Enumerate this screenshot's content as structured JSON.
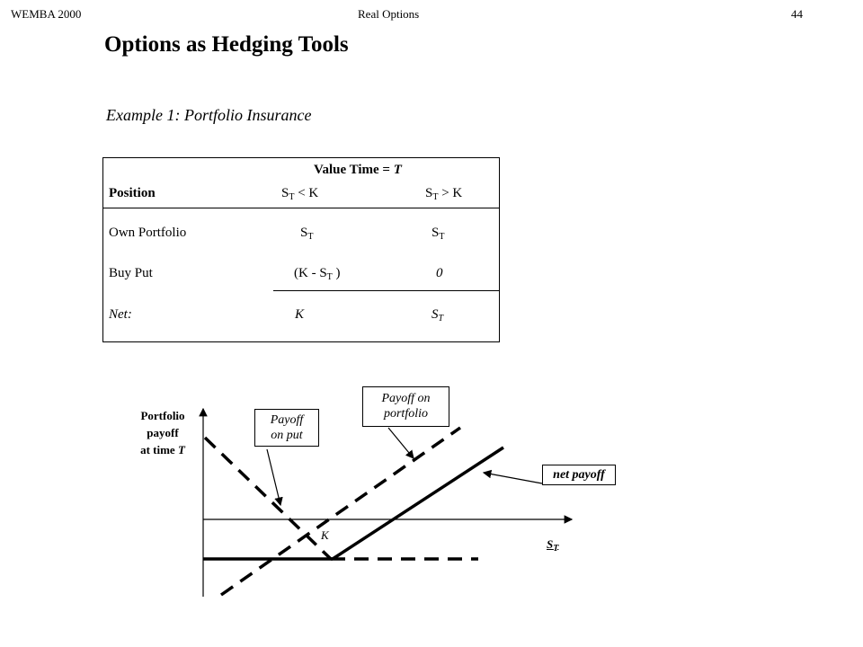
{
  "header": {
    "left": "WEMBA 2000",
    "center": "Real Options",
    "page": "44"
  },
  "title": "Options as Hedging Tools",
  "example": "Example 1: Portfolio Insurance",
  "table": {
    "super_header": "Value Time = ",
    "super_header_var": "T",
    "position_label": "Position",
    "col1_s": "S",
    "col1_sub": "T",
    "col1_rest": " < K",
    "col2_s": "S",
    "col2_sub": "T",
    "col2_rest": " > K",
    "rows": [
      {
        "label": "Own Portfolio",
        "c1_main": "S",
        "c1_sub": "T",
        "c2_main": "S",
        "c2_sub": "T"
      },
      {
        "label": "Buy Put",
        "c1_pre": "(K - S",
        "c1_sub": "T",
        "c1_post": " )",
        "c2_main": "0"
      },
      {
        "label": "Net:",
        "c1_main": "K",
        "c2_main": "S",
        "c2_sub": "T"
      }
    ]
  },
  "diagram": {
    "y_axis_label": [
      "Portfolio",
      "payoff",
      "at time "
    ],
    "y_axis_var": "T",
    "x_axis_main": "S",
    "x_axis_sub": "T",
    "k_label": "K",
    "callout_put": [
      "Payoff",
      "on put"
    ],
    "callout_portfolio": [
      "Payoff on",
      "portfolio"
    ],
    "callout_net": "net payoff"
  }
}
